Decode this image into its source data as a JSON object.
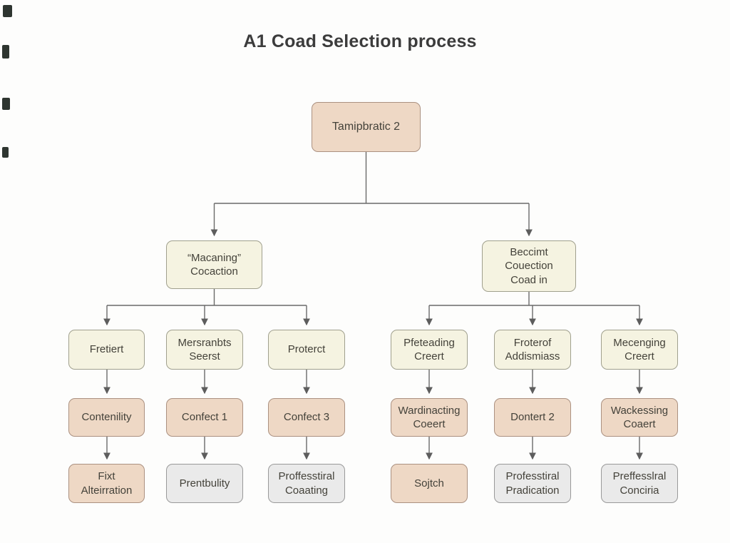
{
  "title": "A1 Coad Selection process",
  "colors": {
    "peach": "#eed8c5",
    "peach-border": "#ab9181",
    "cream": "#f5f3e1",
    "cream-border": "#a0a08e",
    "gray": "#eaeaea",
    "gray-border": "#999999",
    "line": "#6a6a6a",
    "text": "#44423a",
    "title-color": "#3c3c3c"
  },
  "nodes": {
    "root": "Tamipbratic 2",
    "level2": [
      "“Macaning”\nCocaction",
      "Beccimt\nCouection\nCoad in"
    ],
    "level3": [
      "Fretiert",
      "Mersranbts\nSeerst",
      "Proterct",
      "Pfeteading\nCreert",
      "Froterof\nAddismiass",
      "Mecenging\nCreert"
    ],
    "level4": [
      "Contenility",
      "Confect 1",
      "Confect 3",
      "Wardinacting\nCoeert",
      "Dontert 2",
      "Wackessing\nCoaert"
    ],
    "level5": [
      "Fixt\nAlteirration",
      "Prentbulity",
      "Proffesstiral\nCoaating",
      "Sojtch",
      "Professtiral\nPradication",
      "Preffesslral\nConciria"
    ]
  }
}
